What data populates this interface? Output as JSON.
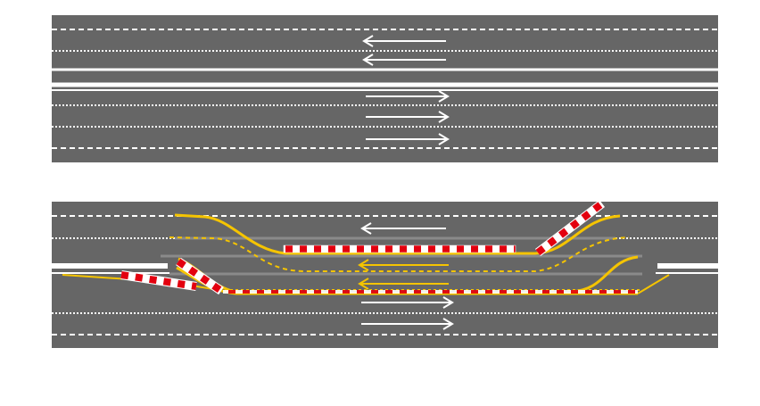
{
  "diagram": {
    "background_color": "#ffffff",
    "road_color": "#666666",
    "marking_color": "#ffffff",
    "temporary_marking_color": "#f5c400",
    "barrier_colors": [
      "#e3000f",
      "#ffffff"
    ],
    "top_panel": {
      "state": "normal-layout",
      "lanes_westbound": 2,
      "lanes_eastbound": 3,
      "arrows": [
        {
          "direction": "left"
        },
        {
          "direction": "left"
        },
        {
          "direction": "right"
        },
        {
          "direction": "right"
        },
        {
          "direction": "right"
        }
      ]
    },
    "bottom_panel": {
      "state": "temporary-traffic-layout",
      "arrows": [
        {
          "direction": "left",
          "color": "white"
        },
        {
          "direction": "left",
          "color": "yellow"
        },
        {
          "direction": "left",
          "color": "yellow"
        },
        {
          "direction": "right",
          "color": "white"
        },
        {
          "direction": "right",
          "color": "white"
        }
      ],
      "barriers": [
        "median-long",
        "median-right-taper",
        "left-lower-long",
        "left-lower-short"
      ]
    }
  }
}
